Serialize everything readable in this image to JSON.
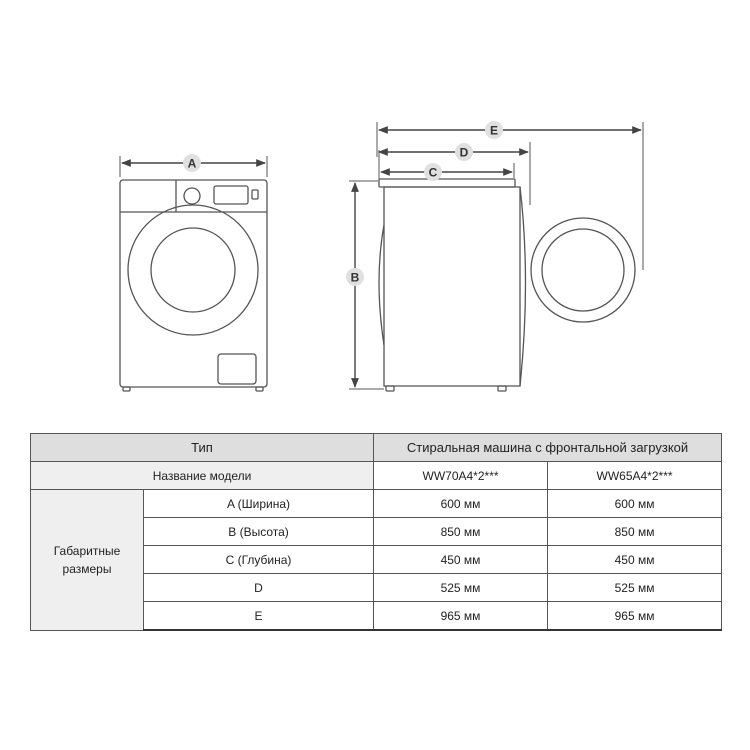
{
  "diagram": {
    "labels": {
      "A": "A",
      "B": "B",
      "C": "C",
      "D": "D",
      "E": "E"
    }
  },
  "table": {
    "header": {
      "type": "Тип",
      "category": "Стиральная машина с фронтальной загрузкой"
    },
    "model_row": {
      "label": "Название модели",
      "models": [
        "WW70A4*2***",
        "WW65A4*2***"
      ]
    },
    "group_label": [
      "Габаритные",
      "размеры"
    ],
    "rows": [
      {
        "label": "A (Ширина)",
        "values": [
          "600 мм",
          "600 мм"
        ]
      },
      {
        "label": "B (Высота)",
        "values": [
          "850 мм",
          "850 мм"
        ]
      },
      {
        "label": "C (Глубина)",
        "values": [
          "450 мм",
          "450 мм"
        ]
      },
      {
        "label": "D",
        "values": [
          "525 мм",
          "525 мм"
        ]
      },
      {
        "label": "E",
        "values": [
          "965 мм",
          "965 мм"
        ]
      }
    ]
  },
  "colors": {
    "line": "#555555",
    "label_circle": "#e0e0e0",
    "header_bg": "#dedede",
    "grey_cell": "#efefef"
  }
}
